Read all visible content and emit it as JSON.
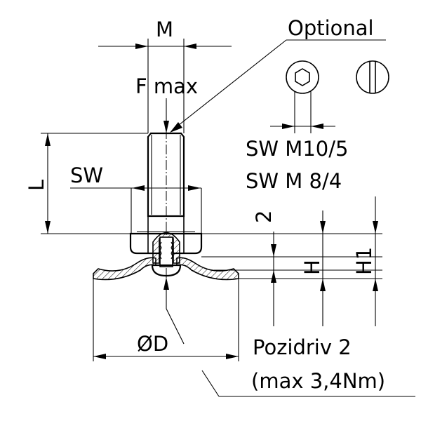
{
  "labels": {
    "m": "M",
    "optional": "Optional",
    "f_max": "F max",
    "l": "L",
    "sw": "SW",
    "sw_m10": "SW M10/5",
    "sw_m8": "SW M 8/4",
    "two": "2",
    "h": "H",
    "h1": "H1",
    "diameter": "ØD",
    "pozidriv": "Pozidriv 2",
    "max_torque": "(max 3,4Nm)"
  },
  "colors": {
    "line": "#000000",
    "background": "#ffffff"
  }
}
